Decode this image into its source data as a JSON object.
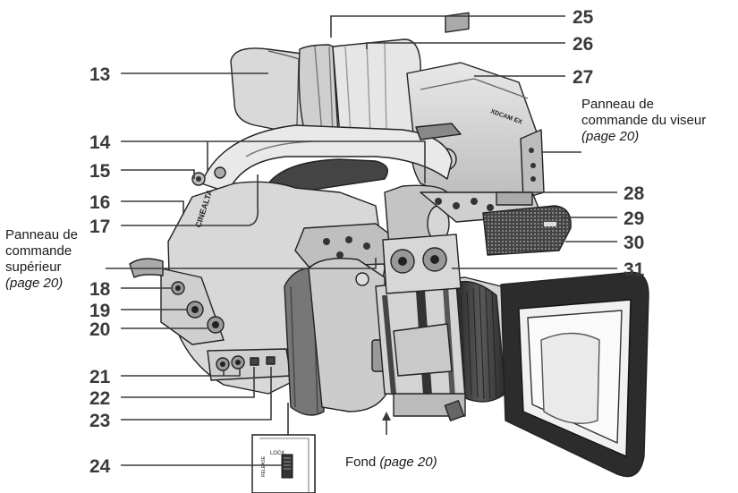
{
  "callouts": {
    "c13": "13",
    "c14": "14",
    "c15": "15",
    "c16": "16",
    "c17": "17",
    "c18": "18",
    "c19": "19",
    "c20": "20",
    "c21": "21",
    "c22": "22",
    "c23": "23",
    "c24": "24",
    "c25": "25",
    "c26": "26",
    "c27": "27",
    "c28": "28",
    "c29": "29",
    "c30": "30",
    "c31": "31"
  },
  "captions": {
    "viewfinder_panel": {
      "line1": "Panneau de",
      "line2": "commande du viseur",
      "ref": "(page 20)"
    },
    "top_panel": {
      "line1": "Panneau de",
      "line2": "commande",
      "line3": "supérieur",
      "ref": "(page 20)"
    },
    "bottom": {
      "label": "Fond",
      "ref": "(page 20)"
    }
  },
  "device_text": {
    "brand": "CINEALTA",
    "small_marking": "XDCAM EX",
    "lock": "LOCK",
    "release": "RELEASE"
  }
}
